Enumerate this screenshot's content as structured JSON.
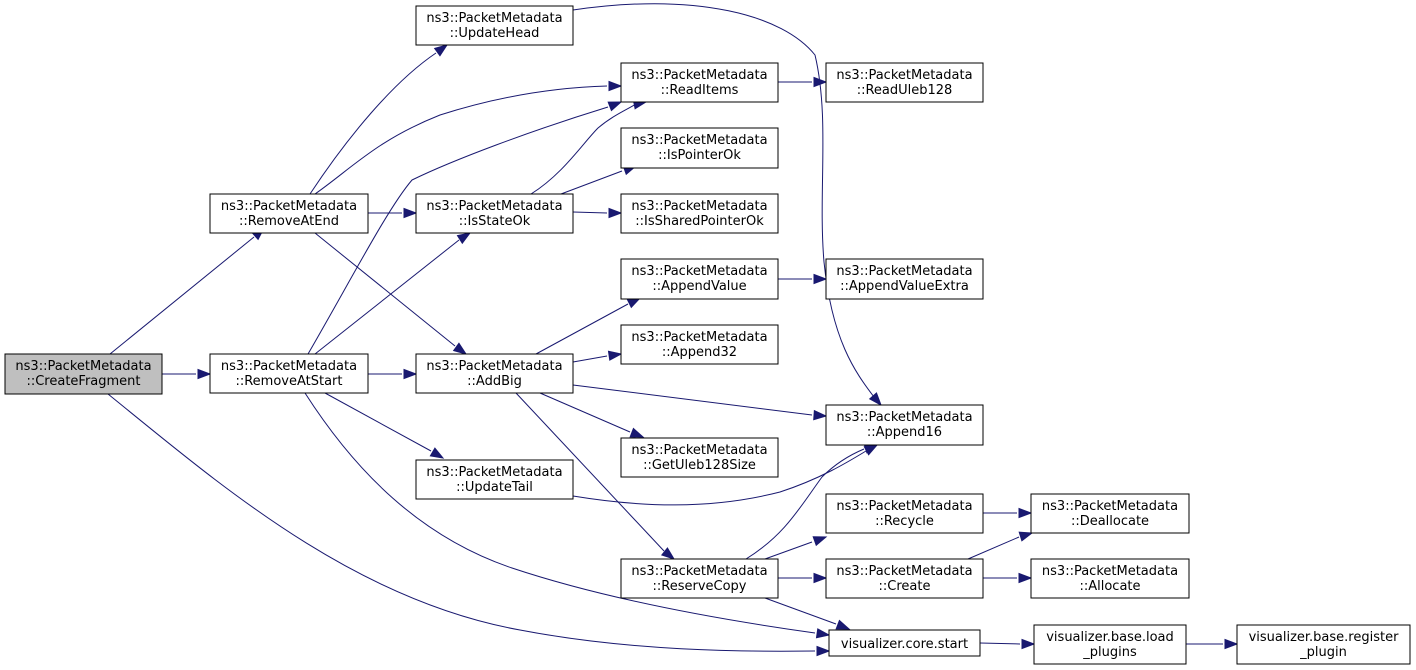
{
  "nodes": {
    "create_fragment": {
      "line1": "ns3::PacketMetadata",
      "line2": "::CreateFragment"
    },
    "remove_at_end": {
      "line1": "ns3::PacketMetadata",
      "line2": "::RemoveAtEnd"
    },
    "remove_at_start": {
      "line1": "ns3::PacketMetadata",
      "line2": "::RemoveAtStart"
    },
    "update_head": {
      "line1": "ns3::PacketMetadata",
      "line2": "::UpdateHead"
    },
    "is_state_ok": {
      "line1": "ns3::PacketMetadata",
      "line2": "::IsStateOk"
    },
    "add_big": {
      "line1": "ns3::PacketMetadata",
      "line2": "::AddBig"
    },
    "update_tail": {
      "line1": "ns3::PacketMetadata",
      "line2": "::UpdateTail"
    },
    "read_items": {
      "line1": "ns3::PacketMetadata",
      "line2": "::ReadItems"
    },
    "is_pointer_ok": {
      "line1": "ns3::PacketMetadata",
      "line2": "::IsPointerOk"
    },
    "is_shared_pointer_ok": {
      "line1": "ns3::PacketMetadata",
      "line2": "::IsSharedPointerOk"
    },
    "append_value": {
      "line1": "ns3::PacketMetadata",
      "line2": "::AppendValue"
    },
    "append32": {
      "line1": "ns3::PacketMetadata",
      "line2": "::Append32"
    },
    "get_uleb128_size": {
      "line1": "ns3::PacketMetadata",
      "line2": "::GetUleb128Size"
    },
    "reserve_copy": {
      "line1": "ns3::PacketMetadata",
      "line2": "::ReserveCopy"
    },
    "read_uleb128": {
      "line1": "ns3::PacketMetadata",
      "line2": "::ReadUleb128"
    },
    "append_value_extra": {
      "line1": "ns3::PacketMetadata",
      "line2": "::AppendValueExtra"
    },
    "append16": {
      "line1": "ns3::PacketMetadata",
      "line2": "::Append16"
    },
    "recycle": {
      "line1": "ns3::PacketMetadata",
      "line2": "::Recycle"
    },
    "create": {
      "line1": "ns3::PacketMetadata",
      "line2": "::Create"
    },
    "deallocate": {
      "line1": "ns3::PacketMetadata",
      "line2": "::Deallocate"
    },
    "allocate": {
      "line1": "ns3::PacketMetadata",
      "line2": "::Allocate"
    },
    "core_start": {
      "line1": "visualizer.core.start"
    },
    "load_plugins": {
      "line1": "visualizer.base.load",
      "line2": "_plugins"
    },
    "register_plugin": {
      "line1": "visualizer.base.register",
      "line2": "_plugin"
    }
  },
  "colors": {
    "edge": "#191970",
    "root_fill": "#bfbfbf",
    "node_fill": "#ffffff",
    "node_stroke": "#000000"
  }
}
